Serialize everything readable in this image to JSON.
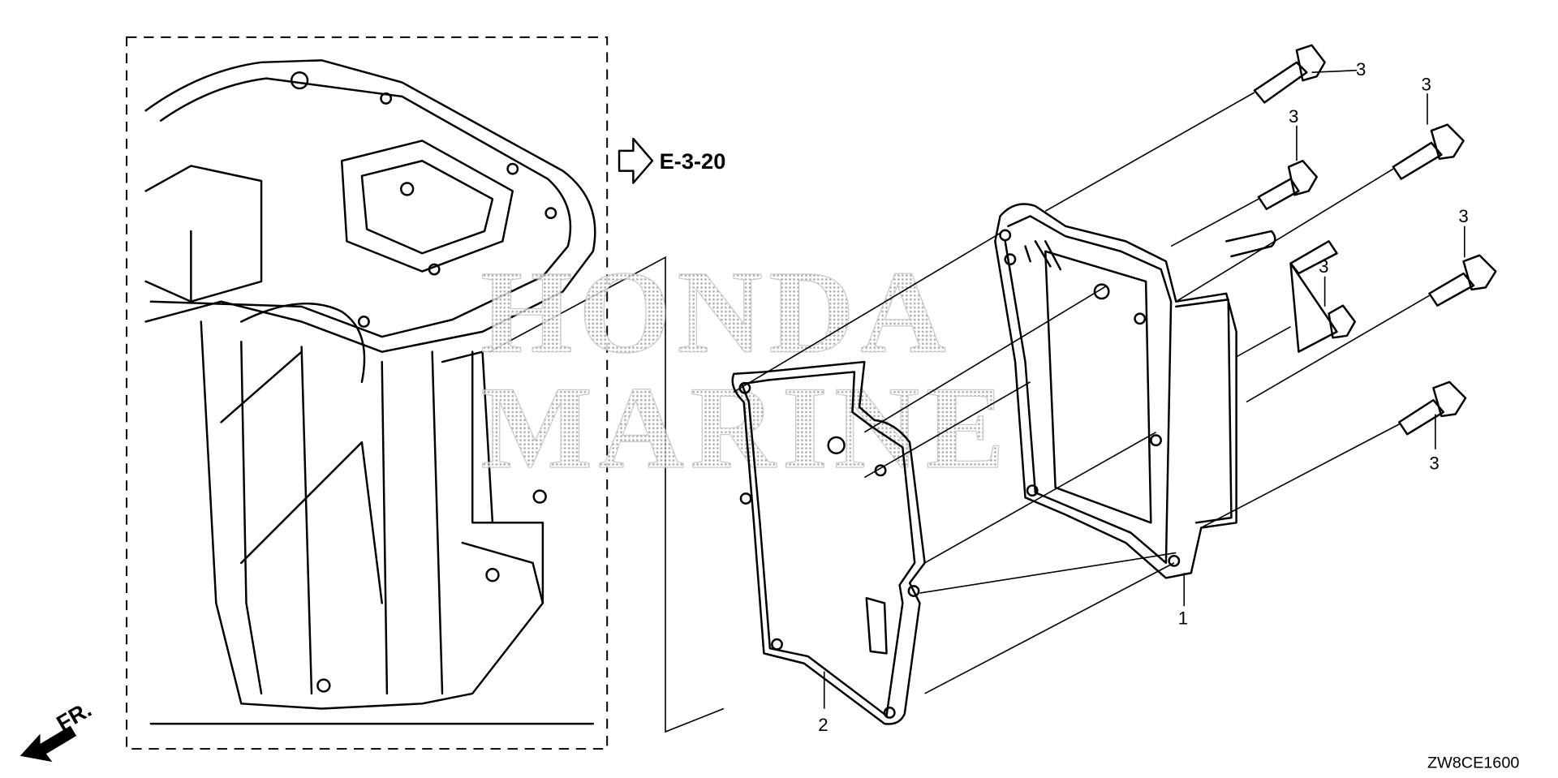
{
  "diagram": {
    "reference_link": "E-3-20",
    "drawing_code": "ZW8CE1600",
    "front_indicator": "FR.",
    "watermark": [
      "HONDA",
      "MARINE"
    ],
    "callouts": {
      "bolt": "3",
      "cover": "1",
      "gasket": "2"
    },
    "colors": {
      "line": "#000000",
      "watermark": "#bbbbbb"
    }
  }
}
